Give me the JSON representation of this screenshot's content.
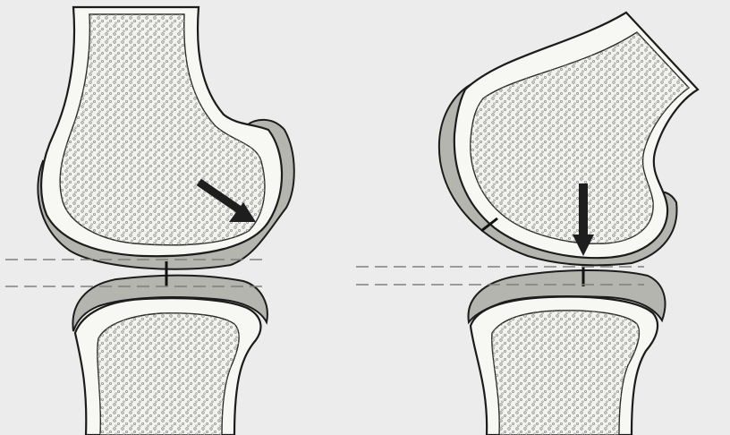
{
  "colors": {
    "background": "#ececec",
    "bone_outline": "#1c1c1c",
    "cortex_white": "#f7f7f4",
    "cancellous_fill": "#f2f2ee",
    "cancellous_dots": "#8d8d8d",
    "cartilage_gray": "#b5b5b0",
    "arrow": "#1e1e1e",
    "dashed_line": "#7e7e7e"
  },
  "panels": [
    {
      "id": "left",
      "description_key": "knee-joint-extended-with-cartilage-lesion",
      "arrow_icon": "diagonal-down-right-arrow-icon"
    },
    {
      "id": "right",
      "description_key": "knee-joint-flexed",
      "arrow_icon": "vertical-down-arrow-icon"
    }
  ]
}
